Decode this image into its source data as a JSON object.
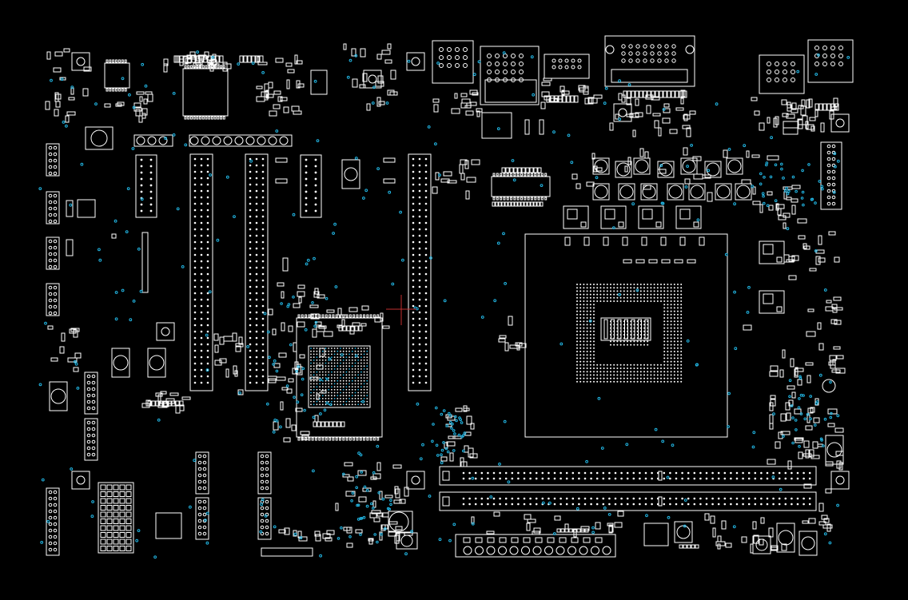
{
  "view": {
    "kind": "pcb-layout-viewer",
    "background_color": "#000000",
    "outline_color": "#ffffff",
    "via_color": "#22b8e6",
    "cursor_color": "#c23030"
  },
  "board": {
    "layers_visible": [
      "component-outlines",
      "pads",
      "vias"
    ],
    "regions": [
      "cpu-socket",
      "chipset-bga",
      "memory-slots",
      "expansion-slots",
      "rear-io-connectors",
      "power-mosfets",
      "power-connector"
    ]
  }
}
